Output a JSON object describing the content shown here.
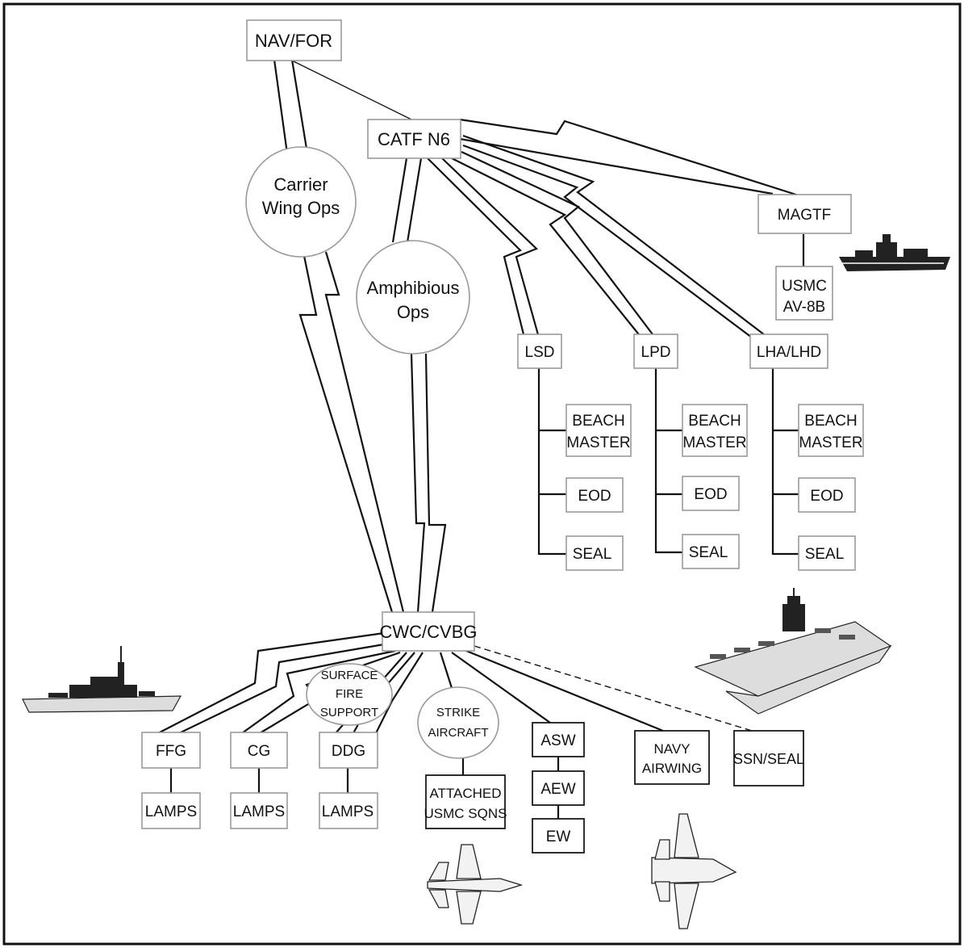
{
  "nodes": {
    "navfor": "NAV/FOR",
    "catf": "CATF N6",
    "magtf": "MAGTF",
    "usmc_av8b": [
      "USMC",
      "AV-8B"
    ],
    "carrier_wing_ops": [
      "Carrier",
      "Wing Ops"
    ],
    "amphibious_ops": [
      "Amphibious",
      "Ops"
    ],
    "lsd": "LSD",
    "lpd": "LPD",
    "lha_lhd": "LHA/LHD",
    "beach_master": [
      "BEACH",
      "MASTER"
    ],
    "eod": "EOD",
    "seal": "SEAL",
    "cwc": "CWC/CVBG",
    "surface_fire_support": [
      "SURFACE",
      "FIRE",
      "SUPPORT"
    ],
    "strike_aircraft": [
      "STRIKE",
      "AIRCRAFT"
    ],
    "ffg": "FFG",
    "cg": "CG",
    "ddg": "DDG",
    "lamps": "LAMPS",
    "attached_usmc": [
      "ATTACHED",
      "USMC SQNS"
    ],
    "asw": "ASW",
    "aew": "AEW",
    "ew": "EW",
    "navy_airwing": [
      "NAVY",
      "AIRWING"
    ],
    "ssn_seal": "SSN/SEAL"
  }
}
